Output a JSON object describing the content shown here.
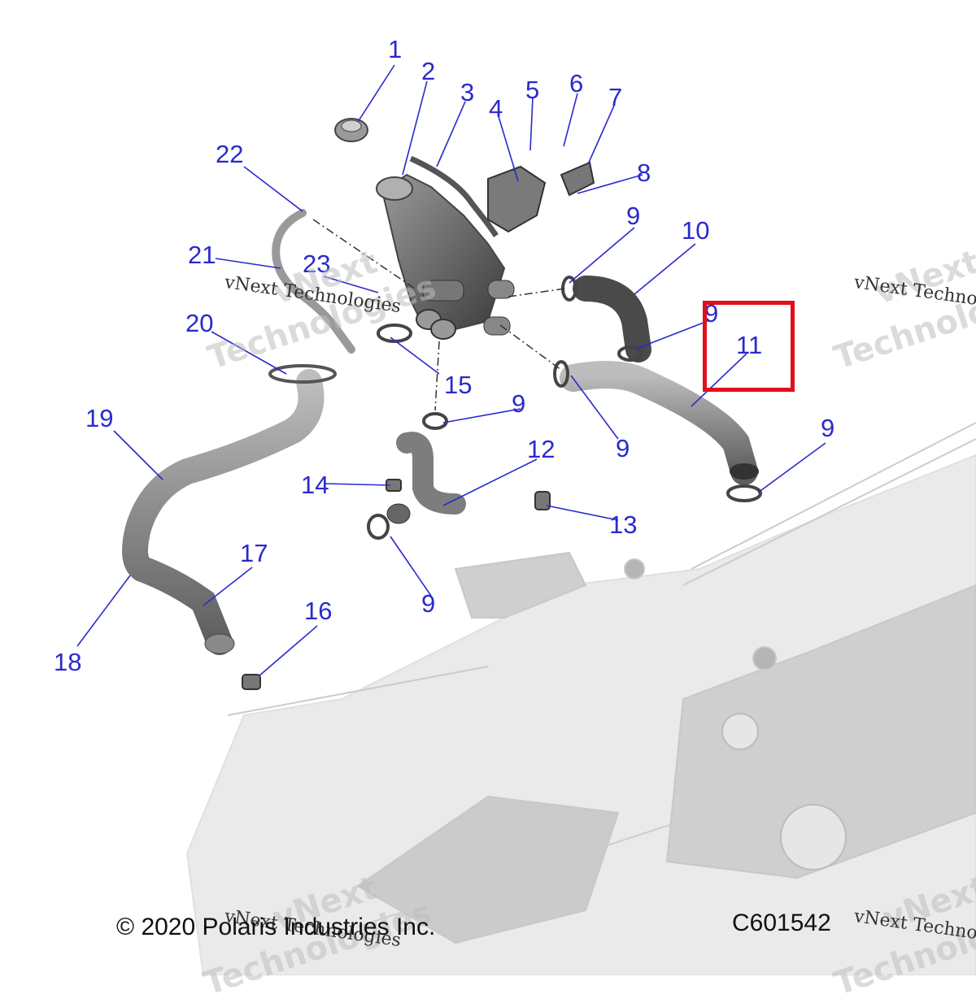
{
  "diagram": {
    "callouts": [
      "1",
      "2",
      "3",
      "4",
      "5",
      "6",
      "7",
      "8",
      "9",
      "10",
      "9",
      "11",
      "9",
      "9",
      "9",
      "9",
      "12",
      "13",
      "14",
      "15",
      "16",
      "17",
      "18",
      "19",
      "20",
      "21",
      "22",
      "23"
    ],
    "highlighted_callout": "11"
  },
  "watermark": {
    "line1": "vNext Technologies",
    "big_a": "vNext",
    "big_b": "Technologies"
  },
  "footer": {
    "copyright": "© 2020 Polaris Industries Inc.",
    "figure_id": "C601542"
  },
  "colors": {
    "callout": "#2a2acc",
    "highlight": "#e0101c",
    "part_fill": "#9a9a9a",
    "frame_fill": "#d6d6d6"
  }
}
